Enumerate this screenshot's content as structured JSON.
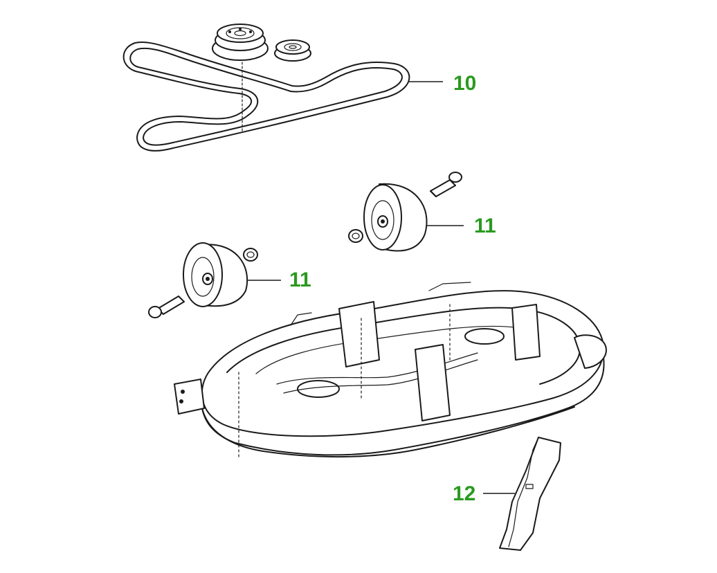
{
  "diagram": {
    "callouts": [
      {
        "id": "callout-10",
        "label": "10"
      },
      {
        "id": "callout-11-upper",
        "label": "11"
      },
      {
        "id": "callout-11-lower",
        "label": "11"
      },
      {
        "id": "callout-12",
        "label": "12"
      }
    ],
    "colors": {
      "label": "#2a9a1f",
      "line": "#1a1a1a",
      "background": "#ffffff"
    }
  }
}
